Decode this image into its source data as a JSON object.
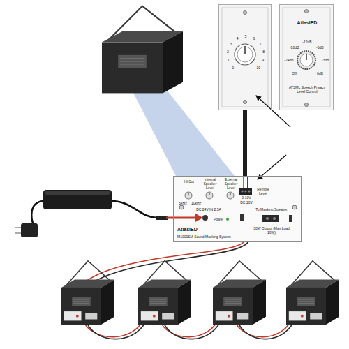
{
  "diagram": {
    "nodes": [
      {
        "text": [
          "0",
          "1",
          "2",
          "3",
          "4",
          "5",
          "6",
          "7",
          "8",
          "9",
          "10"
        ]
      },
      {
        "text": [
          "AtlasIED",
          "Off",
          "-24dB",
          "-18dB",
          "-12dB",
          "-6dB",
          "-3dB",
          "0dB",
          "ATSML Speech Privacy Level Control"
        ]
      },
      {
        "text": [
          "Hi Cut",
          "5kHz",
          "10kHz",
          "Internal Speaker Level",
          "External Speaker Level",
          "Remote Level",
          "0-10V",
          "DC 10V",
          "DC 24V IN 2.5A",
          "Power",
          "To Masking Speaker",
          "30W Output (Max Load 16W)",
          "AtlasIED",
          "M1000SM Sound Masking System"
        ]
      }
    ],
    "edges": [
      {
        "from": 0,
        "to": 2,
        "arrow": "none"
      }
    ]
  }
}
